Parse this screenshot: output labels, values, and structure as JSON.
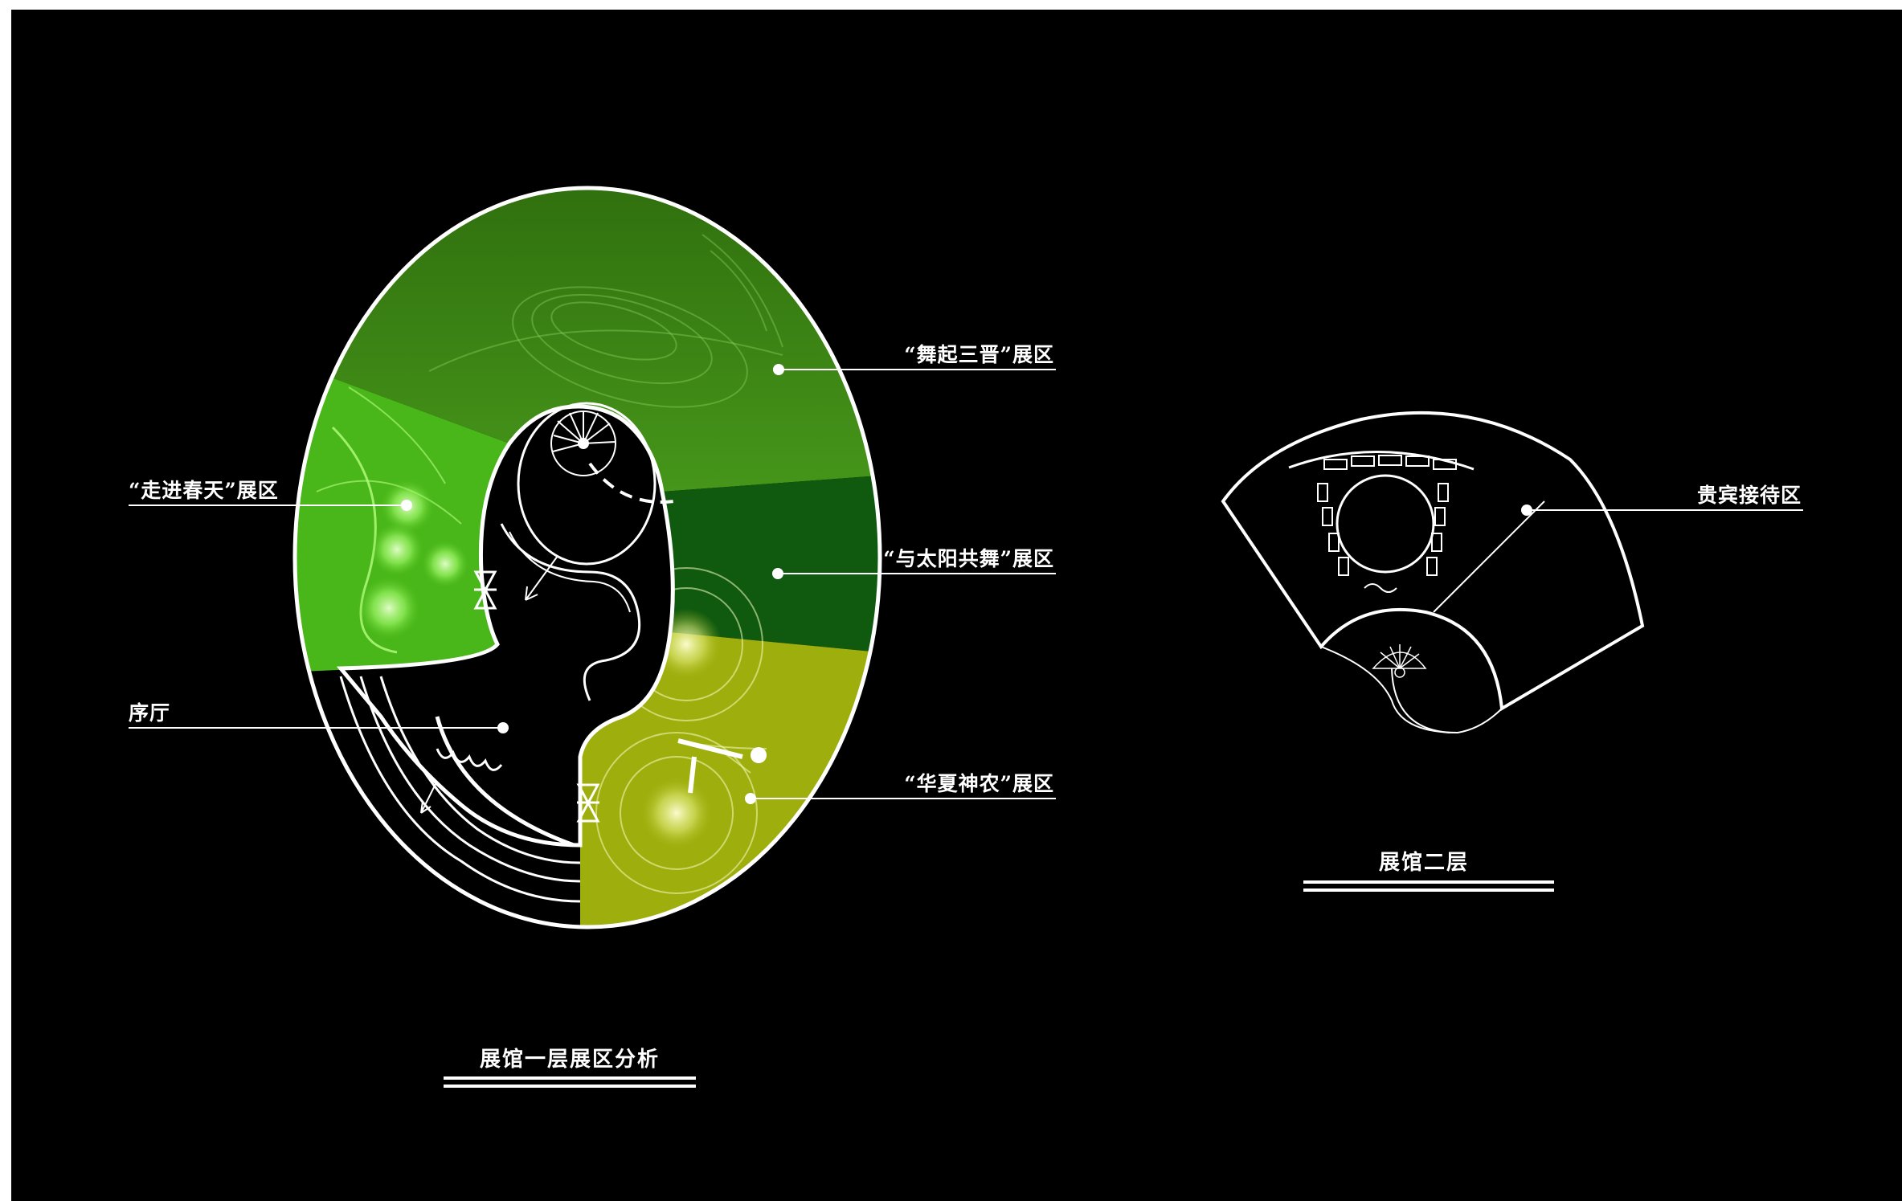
{
  "floor1": {
    "title": "展馆一层展区分析",
    "zones": {
      "wuqi_sanjin": "“舞起三晋”展区",
      "zoujin_chuntian": "“走进春天”展区",
      "yu_taiyang_gongwu": "“与太阳共舞”展区",
      "xuting": "序厅",
      "huaxia_shennong": "“华夏神农”展区"
    }
  },
  "floor2": {
    "title": "展馆二层",
    "zones": {
      "guibin_jiedai": "贵宾接待区"
    }
  },
  "colors": {
    "background": "#000000",
    "zone_wuqi_sanjin": "#3f8a12",
    "zone_zoujin_chuntian": "#52c41a",
    "zone_yu_taiyang_gongwu": "#0f5a0f",
    "zone_huaxia_shennong": "#a3b10e",
    "lines": "#ffffff"
  },
  "icons": {
    "stair": "fan-stair-icon",
    "door": "bowtie-door-icon",
    "leader_dot": "callout-dot-icon"
  }
}
